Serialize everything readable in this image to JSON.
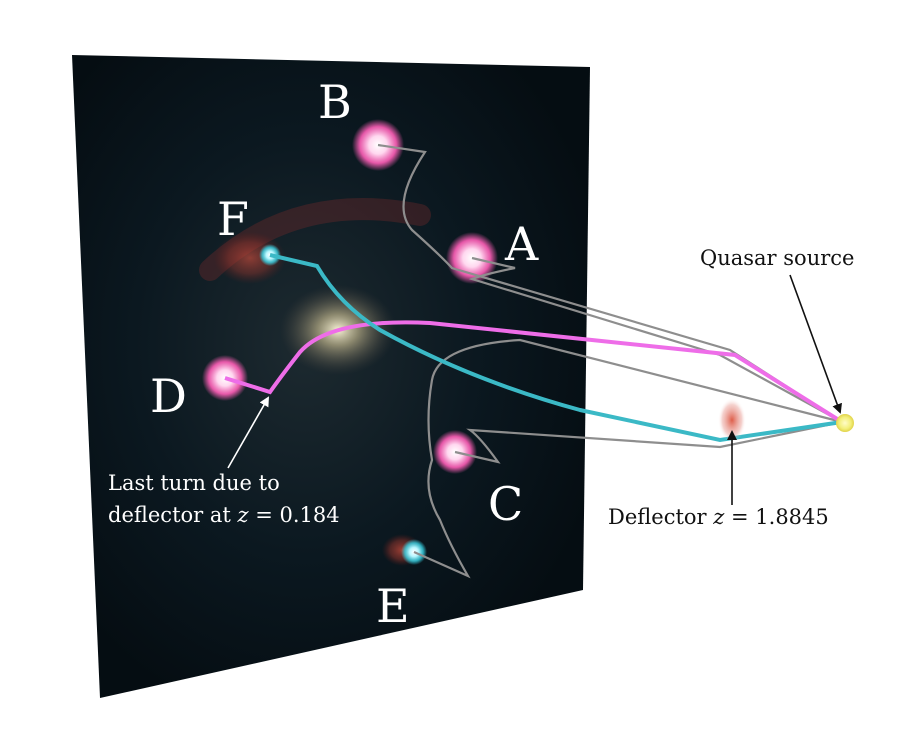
{
  "image_labels": {
    "a": "A",
    "b": "B",
    "c": "C",
    "d": "D",
    "e": "E",
    "f": "F"
  },
  "annotations": {
    "quasar_source": "Quasar source",
    "last_turn_line1": "Last turn due to",
    "last_turn_line2_text": "deflector at ",
    "last_turn_z": "z",
    "last_turn_value": " = 0.184",
    "deflector_text": "Deflector ",
    "deflector_z": "z",
    "deflector_value": " = 1.8845"
  },
  "colors": {
    "panel_background": "#07111a",
    "magenta_path": "#ee6de8",
    "cyan_path": "#3bb9c6",
    "gray_path": "#8e8e8e",
    "quasar_glow": "#f3ef7a",
    "deflector_red": "#d84f3d"
  }
}
